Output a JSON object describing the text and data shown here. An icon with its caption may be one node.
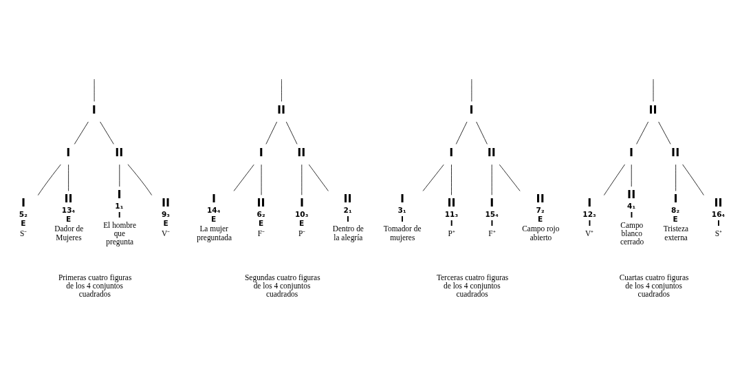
{
  "diagram": {
    "nodes": [
      {
        "text": [
          "I"
        ]
      },
      {
        "text": [
          "II"
        ]
      },
      {
        "text": [
          "I"
        ]
      },
      {
        "text": [
          "II"
        ]
      },
      {
        "text": [
          "I"
        ]
      },
      {
        "text": [
          "II"
        ]
      },
      {
        "text": [
          "I"
        ]
      },
      {
        "text": [
          "II"
        ]
      },
      {
        "text": [
          "I"
        ]
      },
      {
        "text": [
          "II"
        ]
      },
      {
        "text": [
          "I"
        ]
      },
      {
        "text": [
          "II"
        ]
      },
      {
        "text": [
          "I"
        ],
        "beside": [
          "5₂",
          "E",
          "S⁻"
        ]
      },
      {
        "text": [
          "II"
        ],
        "beside": [
          "13₄",
          "E",
          "Dador de Mujeres"
        ]
      },
      {
        "text": [
          "I"
        ],
        "beside": [
          "1₁",
          "I",
          "El hombre que pregunta"
        ]
      },
      {
        "text": [
          "II"
        ],
        "beside": [
          "9₃",
          "E",
          "V⁻"
        ]
      },
      {
        "text": [
          "I"
        ],
        "beside": [
          "14₄",
          "E",
          "La mujer preguntada"
        ]
      },
      {
        "text": [
          "II"
        ],
        "beside": [
          "6₂",
          "E",
          "F⁻"
        ]
      },
      {
        "text": [
          "I"
        ],
        "beside": [
          "10₃",
          "E",
          "P⁻"
        ]
      },
      {
        "text": [
          "II"
        ],
        "beside": [
          "2₁",
          "I",
          "Dentro de la alegría"
        ]
      },
      {
        "text": [
          "I"
        ],
        "beside": [
          "3₁",
          "I",
          "Tomador de mujeres"
        ]
      },
      {
        "text": [
          "II"
        ],
        "beside": [
          "11₃",
          "I",
          "P⁺"
        ]
      },
      {
        "text": [
          "I"
        ],
        "beside": [
          "15₄",
          "I",
          "F⁺"
        ]
      },
      {
        "text": [
          "II"
        ],
        "beside": [
          "7₂",
          "E",
          "Campo rojo abierto"
        ]
      },
      {
        "text": [
          "I"
        ],
        "beside": [
          "12₃",
          "I",
          "V⁺"
        ]
      },
      {
        "text": [
          "II"
        ],
        "beside": [
          "4₁",
          "I",
          "Campo blanco cerrado"
        ]
      },
      {
        "text": [
          "I"
        ],
        "beside": [
          "8₂",
          "E",
          "Tristeza externa"
        ]
      },
      {
        "text": [
          "II"
        ],
        "beside": [
          "16₄",
          "I",
          "S⁺"
        ]
      }
    ],
    "edges": [
      {
        "from": null,
        "to": 0,
        "arrow": "none"
      },
      {
        "from": null,
        "to": 1,
        "arrow": "none"
      },
      {
        "from": null,
        "to": 2,
        "arrow": "none"
      },
      {
        "from": null,
        "to": 3,
        "arrow": "none"
      },
      {
        "from": 0,
        "to": 4,
        "arrow": "none"
      },
      {
        "from": 0,
        "to": 5,
        "arrow": "none"
      },
      {
        "from": 1,
        "to": 6,
        "arrow": "none"
      },
      {
        "from": 1,
        "to": 7,
        "arrow": "none"
      },
      {
        "from": 2,
        "to": 8,
        "arrow": "none"
      },
      {
        "from": 2,
        "to": 9,
        "arrow": "none"
      },
      {
        "from": 3,
        "to": 10,
        "arrow": "none"
      },
      {
        "from": 3,
        "to": 11,
        "arrow": "none"
      },
      {
        "from": 4,
        "to": 12,
        "arrow": "none"
      },
      {
        "from": 4,
        "to": 13,
        "arrow": "none"
      },
      {
        "from": 5,
        "to": 14,
        "arrow": "none"
      },
      {
        "from": 5,
        "to": 15,
        "arrow": "none"
      },
      {
        "from": 6,
        "to": 16,
        "arrow": "none"
      },
      {
        "from": 6,
        "to": 17,
        "arrow": "none"
      },
      {
        "from": 7,
        "to": 18,
        "arrow": "none"
      },
      {
        "from": 7,
        "to": 19,
        "arrow": "none"
      },
      {
        "from": 8,
        "to": 20,
        "arrow": "none"
      },
      {
        "from": 8,
        "to": 21,
        "arrow": "none"
      },
      {
        "from": 9,
        "to": 22,
        "arrow": "none"
      },
      {
        "from": 9,
        "to": 23,
        "arrow": "none"
      },
      {
        "from": 10,
        "to": 24,
        "arrow": "none"
      },
      {
        "from": 10,
        "to": 25,
        "arrow": "none"
      },
      {
        "from": 11,
        "to": 26,
        "arrow": "none"
      },
      {
        "from": 11,
        "to": 27,
        "arrow": "none"
      }
    ],
    "labels": [
      "Primeras cuatro figuras de los 4 conjuntos cuadrados",
      "Segundas cuatro figuras de los 4 conjuntos cuadrados",
      "Terceras cuatro figuras de los 4 conjuntos cuadrados",
      "Cuartas cuatro figuras de los 4 conjuntos cuadrados"
    ]
  }
}
